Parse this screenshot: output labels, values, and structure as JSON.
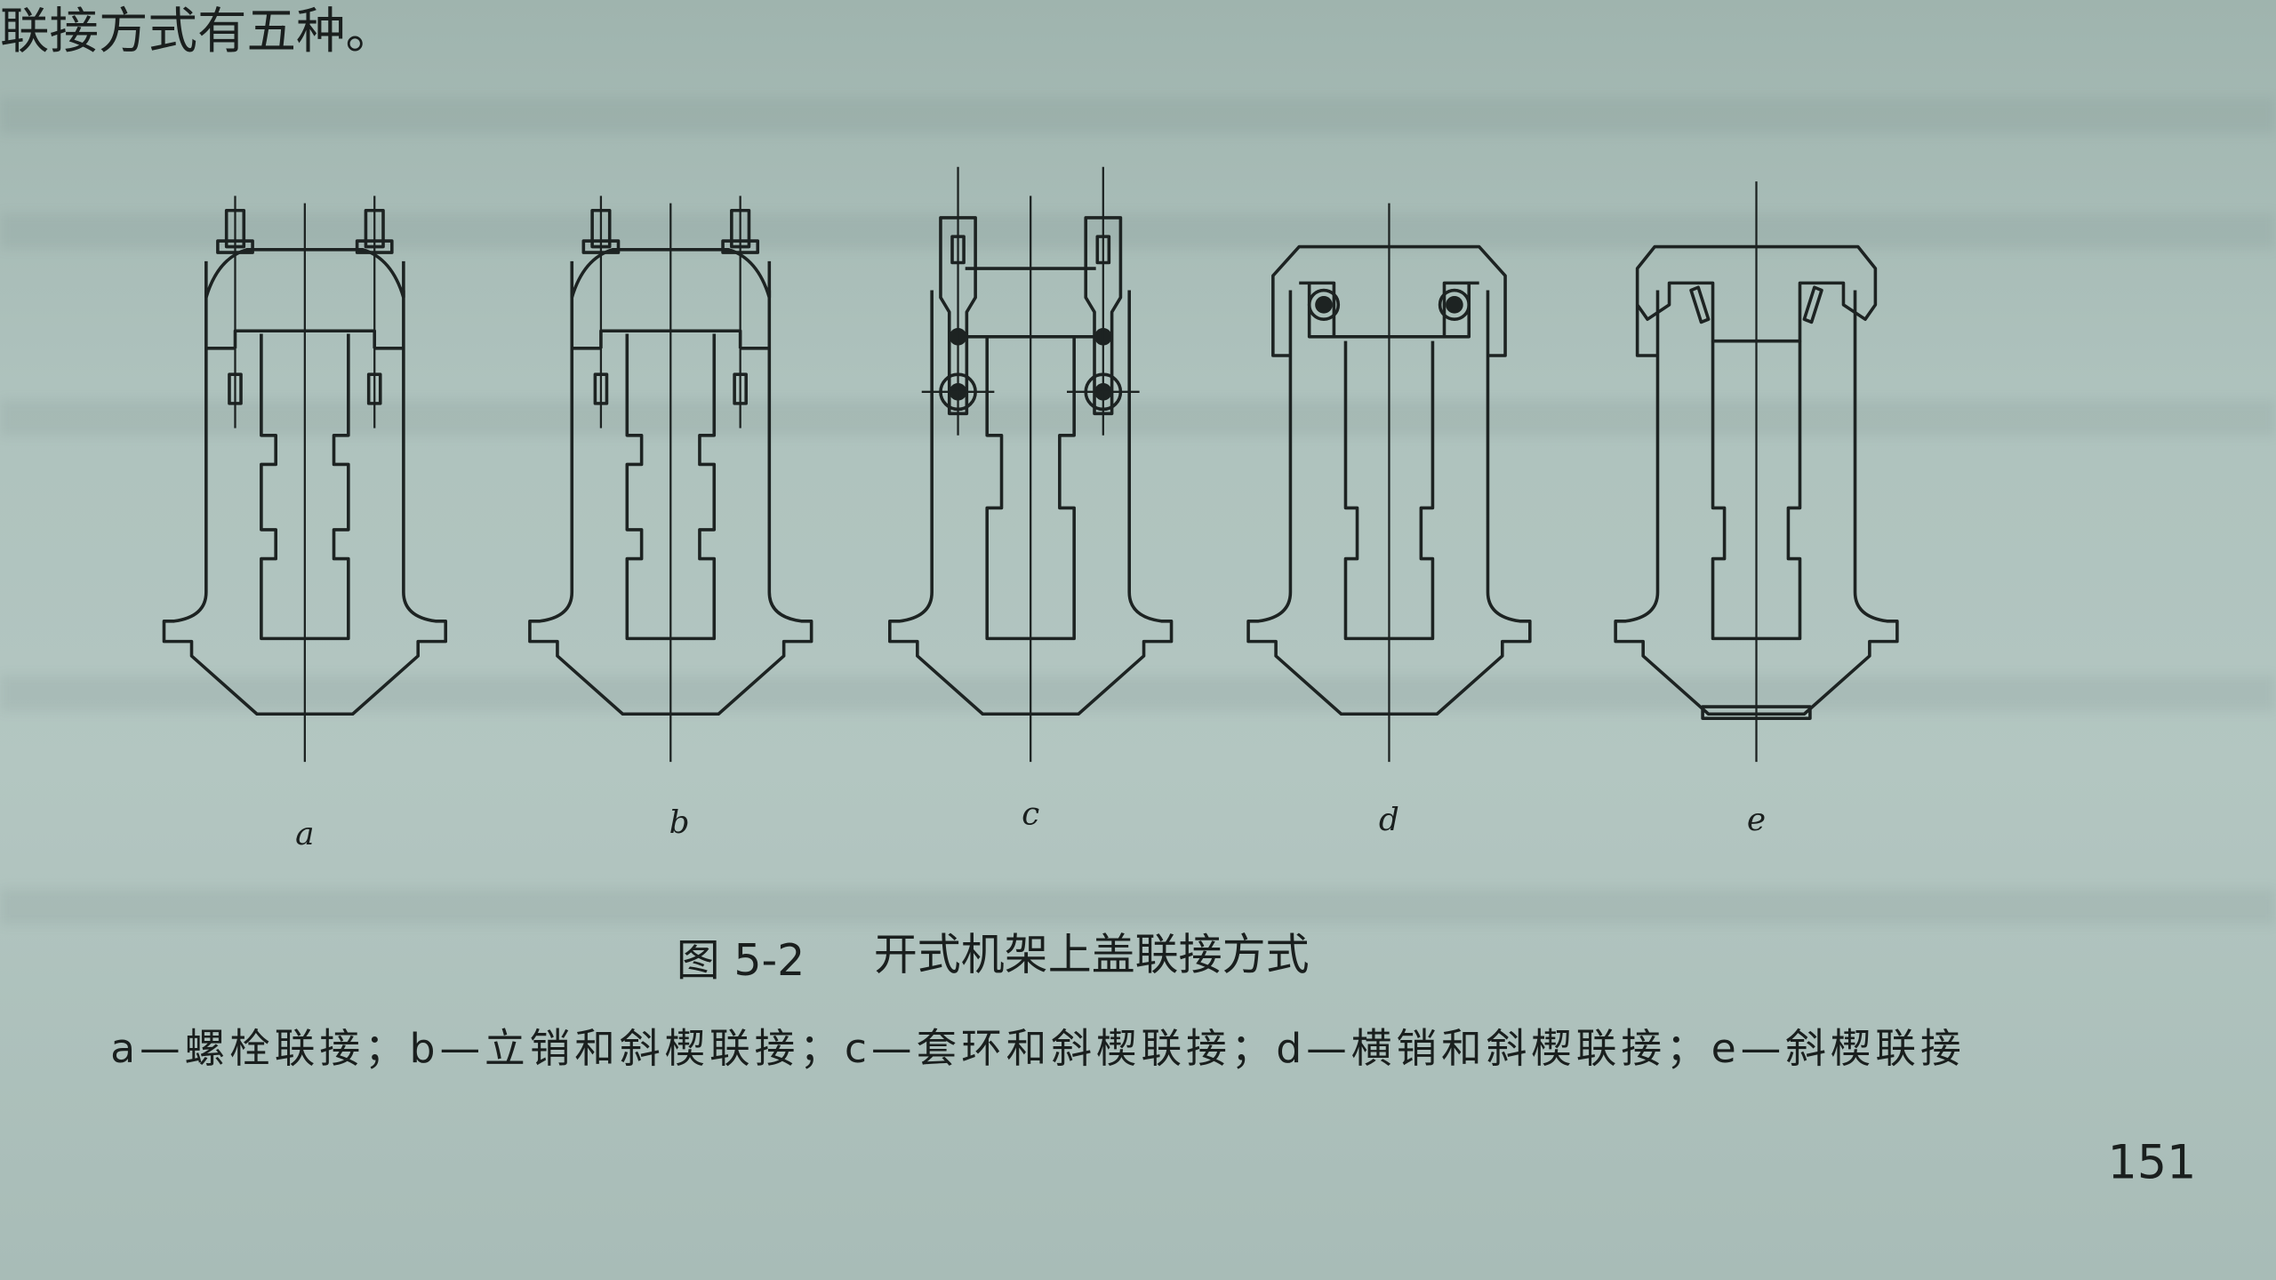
{
  "intro_text": "联接方式有五种。",
  "figure": {
    "labels": [
      "a",
      "b",
      "c",
      "d",
      "e"
    ],
    "caption_number": "图 5-2",
    "caption_title": "开式机架上盖联接方式",
    "legend": "a—螺栓联接；b—立销和斜楔联接；c—套环和斜楔联接；d—横销和斜楔联接；e—斜楔联接"
  },
  "page_number": "151",
  "colors": {
    "ink": "#1d2322",
    "paper": "#aec2bd"
  }
}
